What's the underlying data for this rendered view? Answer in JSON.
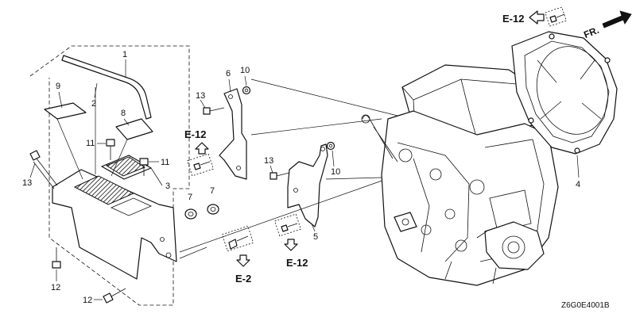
{
  "diagram": {
    "drawing_code": "Z6G0E4001B",
    "front_label": "FR.",
    "part_numbers": {
      "p1": "1",
      "p2": "2",
      "p3": "3",
      "p4": "4",
      "p5": "5",
      "p6": "6",
      "p7a": "7",
      "p7b": "7",
      "p8": "8",
      "p9": "9",
      "p10a": "10",
      "p10b": "10",
      "p11a": "11",
      "p11b": "11",
      "p12a": "12",
      "p12b": "12",
      "p13a": "13",
      "p13b": "13",
      "p13c": "13"
    },
    "references": {
      "e12_top": "E-12",
      "e12_left": "E-12",
      "e12_bottom": "E-12",
      "e2": "E-2"
    }
  }
}
